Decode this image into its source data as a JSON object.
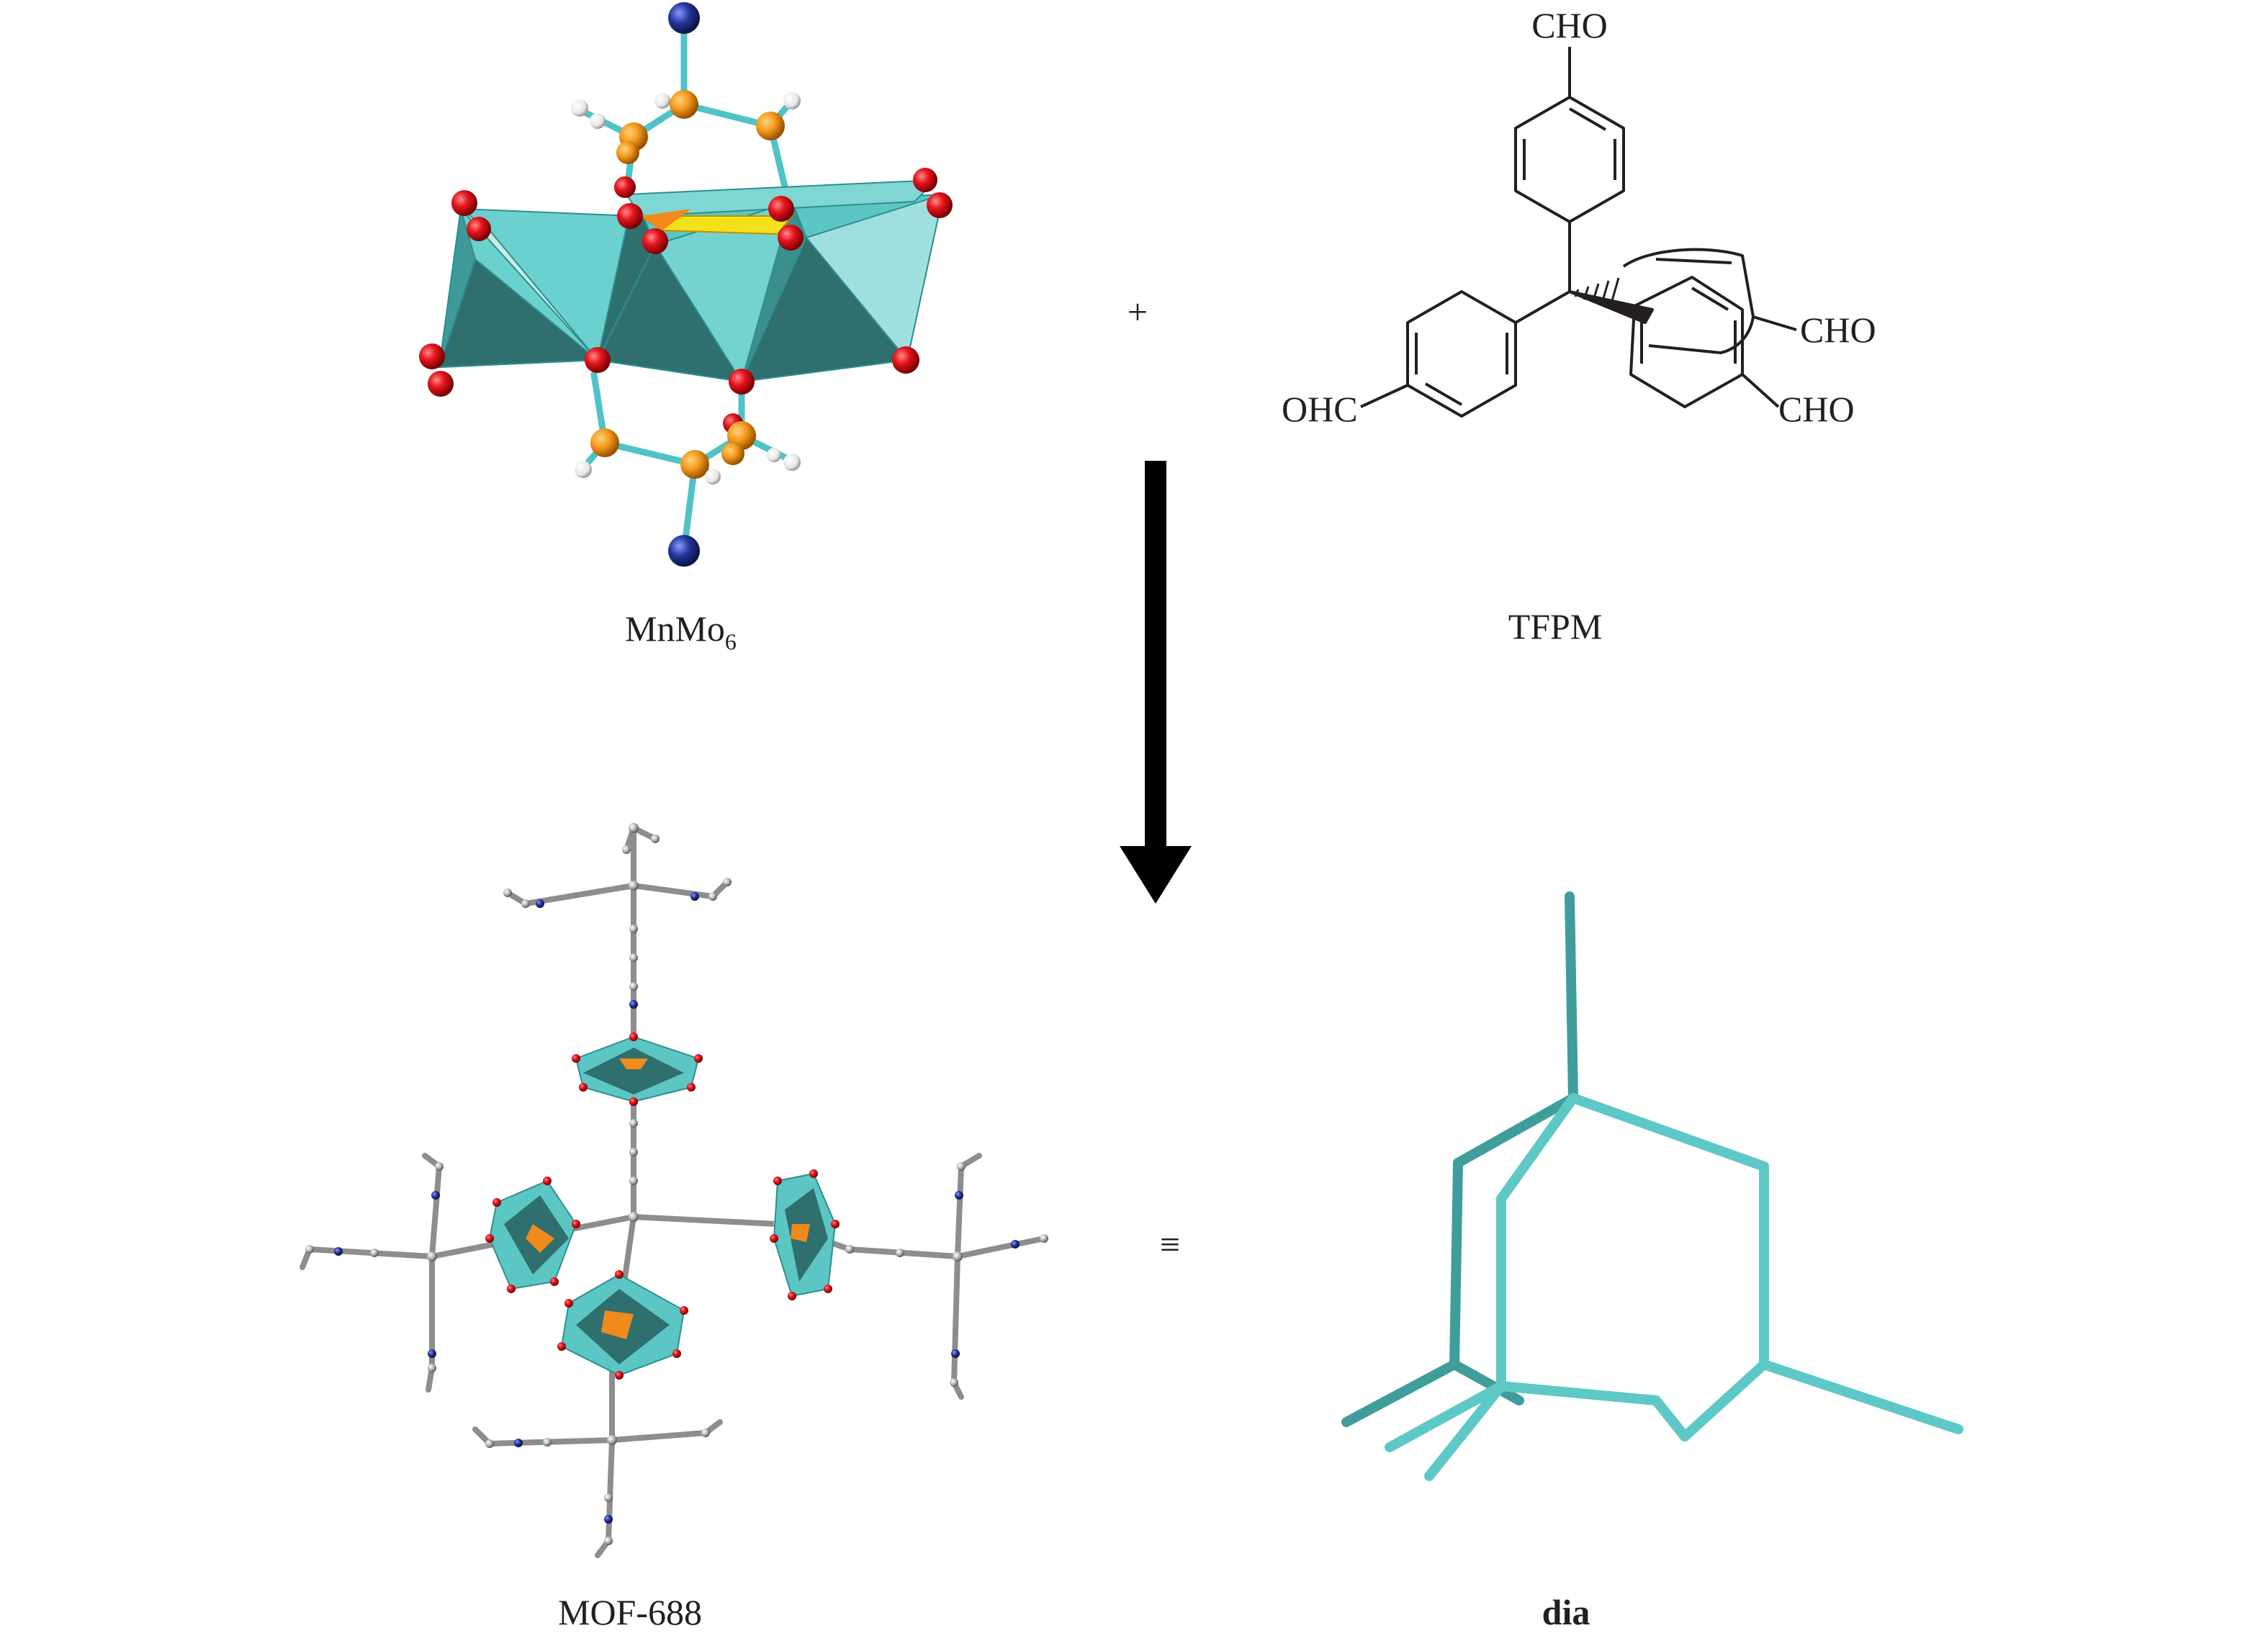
{
  "labels": {
    "mnmo_main": "MnMo",
    "mnmo_sub": "6",
    "tfpm": "TFPM",
    "mof": "MOF-688",
    "dia": "dia",
    "plus": "+",
    "equiv": "≡"
  },
  "tfpm_groups": {
    "top": "CHO",
    "left": "OHC",
    "right_upper": "CHO",
    "right_lower": "CHO"
  },
  "colors": {
    "polyhedron_teal": "#5cc6c4",
    "polyhedron_dark": "#2f6f6e",
    "oxygen_red": "#e5141b",
    "carbon_orange": "#f39a1e",
    "nitrogen_blue": "#23349b",
    "hydrogen_white": "#f2f2f2",
    "center_yellow": "#f3e21b",
    "mn_orange": "#f08a1c",
    "framework_gray": "#9a9a9a",
    "arrow_black": "#000000",
    "dia_teal": "#5ec8c6"
  },
  "icons": {
    "arrow": "down-arrow-icon",
    "plus": "plus-sign",
    "equiv": "equivalence-sign"
  }
}
